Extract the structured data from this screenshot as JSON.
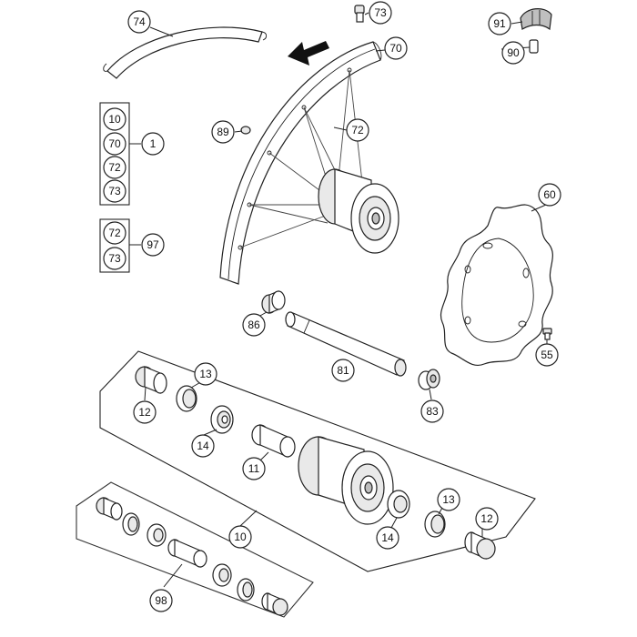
{
  "callouts": {
    "c74": "74",
    "c73_top": "73",
    "c91": "91",
    "c90": "90",
    "c70": "70",
    "c89": "89",
    "c72_rim": "72",
    "c1": "1",
    "c1_g10": "10",
    "c1_g70": "70",
    "c1_g72": "72",
    "c1_g73": "73",
    "c97": "97",
    "c97_g72": "72",
    "c97_g73": "73",
    "c60": "60",
    "c86": "86",
    "c81": "81",
    "c55": "55",
    "c83": "83",
    "c13_left": "13",
    "c12_left": "12",
    "c14_left": "14",
    "c11": "11",
    "c10": "10",
    "c13_right": "13",
    "c12_right": "12",
    "c14_right": "14",
    "c98": "98"
  },
  "icons": {
    "direction_arrow": "rotation-arrow-icon"
  }
}
